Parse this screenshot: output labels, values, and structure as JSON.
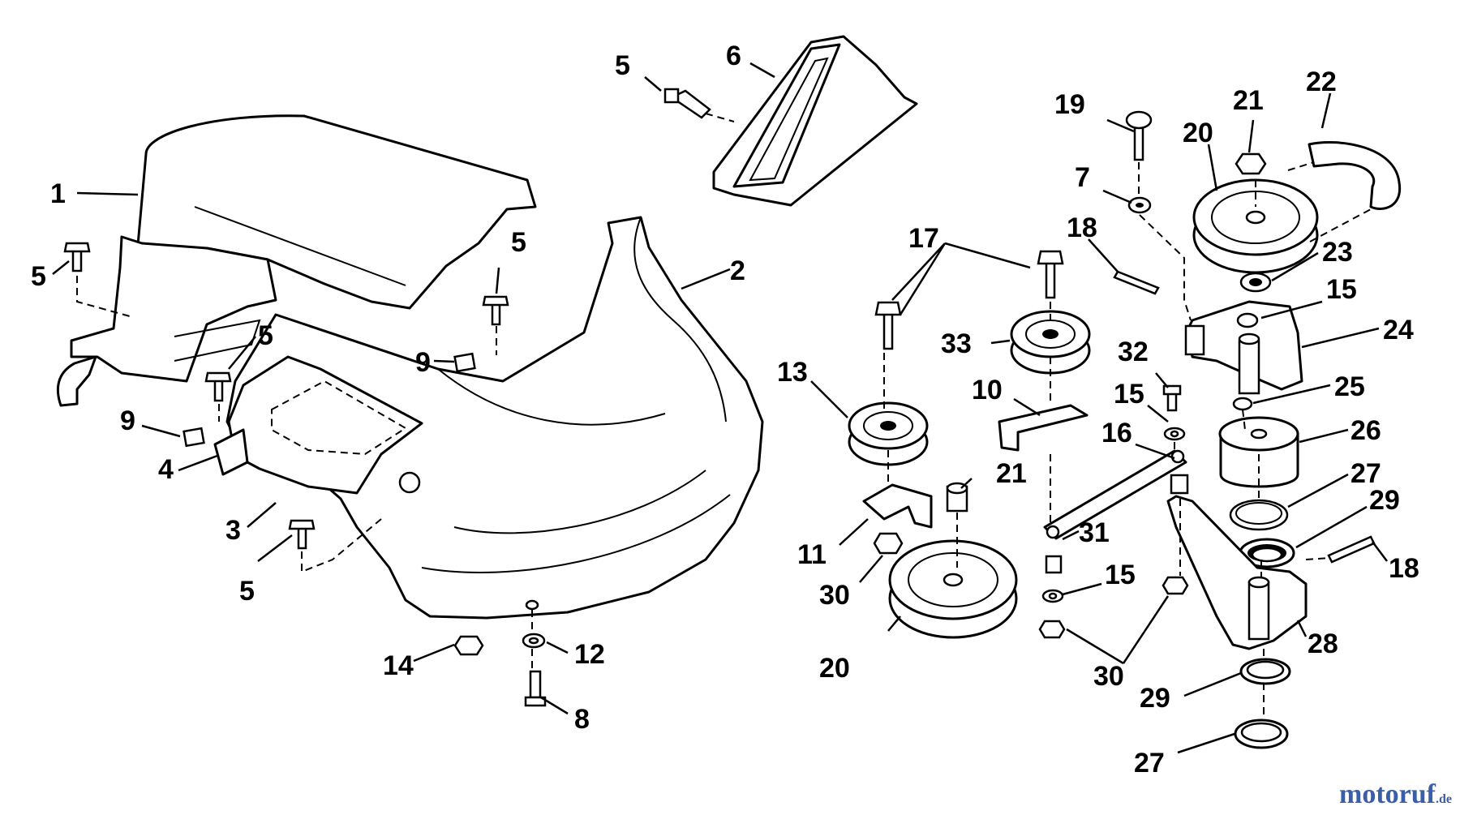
{
  "callouts": [
    {
      "id": "c1",
      "label": "1"
    },
    {
      "id": "c2",
      "label": "2"
    },
    {
      "id": "c3",
      "label": "3"
    },
    {
      "id": "c4",
      "label": "4"
    },
    {
      "id": "c5a",
      "label": "5"
    },
    {
      "id": "c5b",
      "label": "5"
    },
    {
      "id": "c5c",
      "label": "5"
    },
    {
      "id": "c5d",
      "label": "5"
    },
    {
      "id": "c5e",
      "label": "5"
    },
    {
      "id": "c6",
      "label": "6"
    },
    {
      "id": "c7",
      "label": "7"
    },
    {
      "id": "c8",
      "label": "8"
    },
    {
      "id": "c9a",
      "label": "9"
    },
    {
      "id": "c9b",
      "label": "9"
    },
    {
      "id": "c10",
      "label": "10"
    },
    {
      "id": "c11",
      "label": "11"
    },
    {
      "id": "c12",
      "label": "12"
    },
    {
      "id": "c13",
      "label": "13"
    },
    {
      "id": "c14",
      "label": "14"
    },
    {
      "id": "c15a",
      "label": "15"
    },
    {
      "id": "c15b",
      "label": "15"
    },
    {
      "id": "c15c",
      "label": "15"
    },
    {
      "id": "c16",
      "label": "16"
    },
    {
      "id": "c17",
      "label": "17"
    },
    {
      "id": "c18a",
      "label": "18"
    },
    {
      "id": "c18b",
      "label": "18"
    },
    {
      "id": "c19",
      "label": "19"
    },
    {
      "id": "c20a",
      "label": "20"
    },
    {
      "id": "c20b",
      "label": "20"
    },
    {
      "id": "c21a",
      "label": "21"
    },
    {
      "id": "c21b",
      "label": "21"
    },
    {
      "id": "c22",
      "label": "22"
    },
    {
      "id": "c23",
      "label": "23"
    },
    {
      "id": "c24",
      "label": "24"
    },
    {
      "id": "c25",
      "label": "25"
    },
    {
      "id": "c26",
      "label": "26"
    },
    {
      "id": "c27a",
      "label": "27"
    },
    {
      "id": "c27b",
      "label": "27"
    },
    {
      "id": "c28",
      "label": "28"
    },
    {
      "id": "c29a",
      "label": "29"
    },
    {
      "id": "c29b",
      "label": "29"
    },
    {
      "id": "c30a",
      "label": "30"
    },
    {
      "id": "c30b",
      "label": "30"
    },
    {
      "id": "c31",
      "label": "31"
    },
    {
      "id": "c32",
      "label": "32"
    },
    {
      "id": "c33",
      "label": "33"
    }
  ],
  "watermark": {
    "brand": "motoruf",
    "suffix": ".de",
    "brand_color": "#3a5fa8"
  }
}
